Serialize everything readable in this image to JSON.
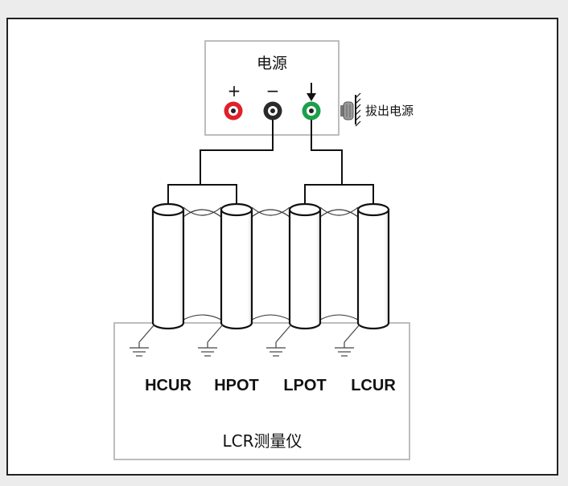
{
  "power_source": {
    "title": "电源",
    "plus_sign": "+",
    "minus_sign": "−",
    "unplug_label": "拔出电源"
  },
  "terminals": [
    "HCUR",
    "HPOT",
    "LPOT",
    "LCUR"
  ],
  "meter": {
    "title": "LCR测量仪"
  },
  "colors": {
    "plus_terminal": "#e0202a",
    "minus_terminal": "#2a2a2a",
    "ground_terminal": "#1aa04a",
    "box_border": "#bdbdbd",
    "wire": "#111111"
  }
}
